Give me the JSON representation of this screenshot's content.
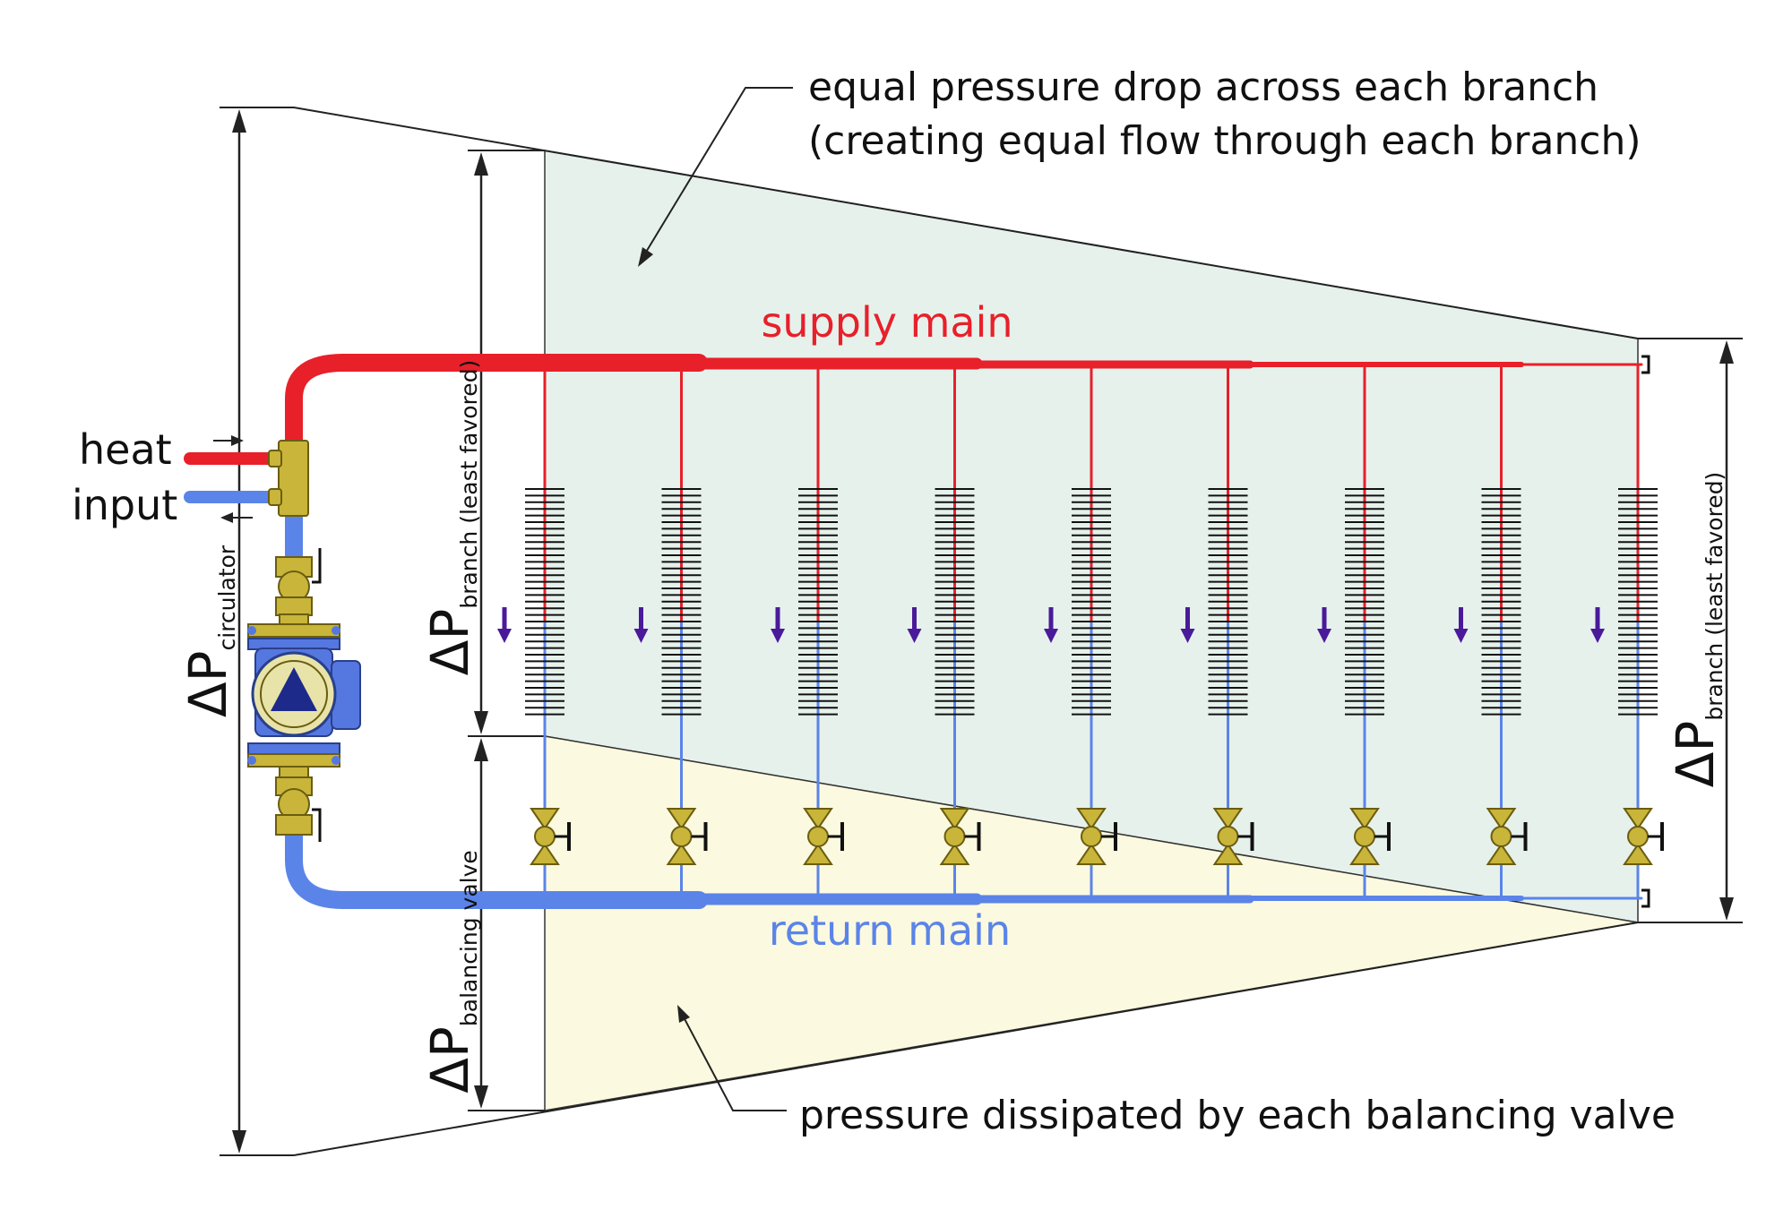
{
  "callouts": {
    "top_line1": "equal pressure drop across each branch",
    "top_line2": "(creating equal flow through each branch)",
    "bottom": "pressure dissipated by each balancing valve"
  },
  "labels": {
    "supply_main": "supply main",
    "return_main": "return main",
    "heat": "heat",
    "input": "input"
  },
  "dimensions": {
    "delta": "ΔP",
    "circulator_sub": "circulator",
    "branch_sub": "branch",
    "branch_note": " (least favored)",
    "balancing_sub": "balancing valve"
  },
  "branch_count": 9,
  "colors": {
    "supply": "#e8202a",
    "return": "#5b84e8",
    "valve": "#c8b53a",
    "pump_body": "#5577e0",
    "pump_triangle": "#1e2a8a",
    "flow_arrow": "#4a1a9a",
    "branch_region": "#e6f1ec",
    "valve_region": "#fbf9df"
  },
  "icons": [
    "circulator-pump-icon",
    "ball-valve-icon",
    "balancing-valve-icon",
    "flow-arrow-icon",
    "baseboard-fin-icon"
  ]
}
